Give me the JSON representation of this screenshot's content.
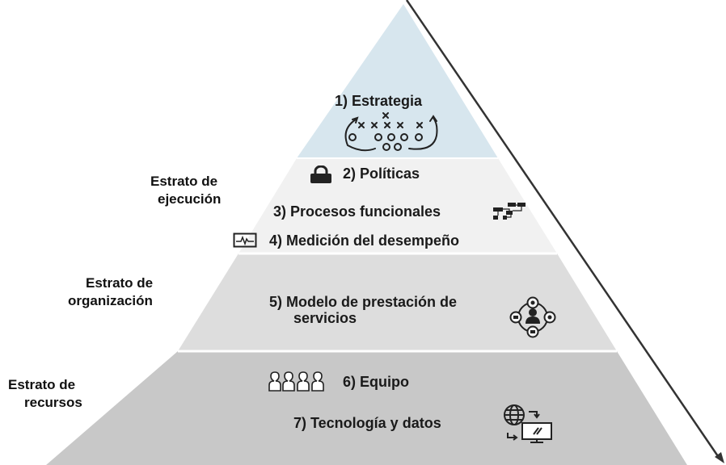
{
  "strata": [
    {
      "id": "ejecucion",
      "label_line1": "Estrato de",
      "label_line2": "ejecución"
    },
    {
      "id": "organizacion",
      "label_line1": "Estrato de",
      "label_line2": "organización"
    },
    {
      "id": "recursos",
      "label_line1": "Estrato de",
      "label_line2": "recursos"
    }
  ],
  "items": [
    {
      "label": "1) Estrategia",
      "icon": "strategy-play-icon"
    },
    {
      "label": "2) Políticas",
      "icon": "lock-icon"
    },
    {
      "label": "3) Procesos funcionales",
      "icon": "flowchart-icon"
    },
    {
      "label": "4) Medición del desempeño",
      "icon": "performance-monitor-icon"
    },
    {
      "label_line1": "5) Modelo de prestación de",
      "label_line2": "servicios",
      "icon": "service-model-icon"
    },
    {
      "label": "6) Equipo",
      "icon": "team-icon"
    },
    {
      "label": "7) Tecnología y datos",
      "icon": "technology-data-icon"
    }
  ],
  "colors": {
    "top_section": "#d7e6ee",
    "execution_section": "#f1f1f1",
    "organization_section": "#dddddd",
    "resources_section": "#c8c8c8",
    "separator": "#ffffff",
    "edge_line": "#333333"
  }
}
